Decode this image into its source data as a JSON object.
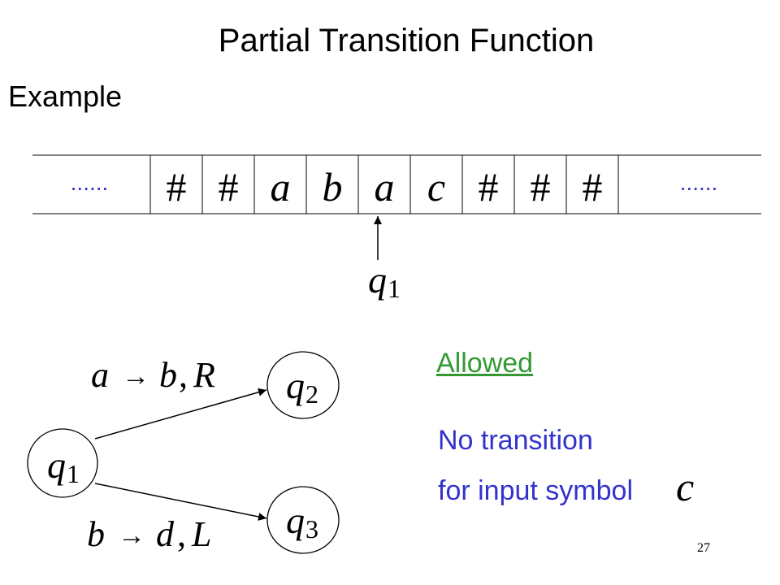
{
  "slide": {
    "title": "Partial Transition Function",
    "subtitle": "Example",
    "page_number": "27"
  },
  "tape": {
    "ellipsis_left": "......",
    "ellipsis_right": "......",
    "cells": [
      "#",
      "#",
      "a",
      "b",
      "a",
      "c",
      "#",
      "#",
      "#"
    ],
    "head_index": 4,
    "head_state": {
      "base": "q",
      "sub": "1"
    }
  },
  "graph": {
    "states": [
      {
        "id": "q1",
        "base": "q",
        "sub": "1"
      },
      {
        "id": "q2",
        "base": "q",
        "sub": "2"
      },
      {
        "id": "q3",
        "base": "q",
        "sub": "3"
      }
    ],
    "transitions": [
      {
        "from": "q1",
        "to": "q2",
        "read": "a",
        "write": "b",
        "move": "R"
      },
      {
        "from": "q1",
        "to": "q3",
        "read": "b",
        "write": "d",
        "move": "L"
      }
    ]
  },
  "annotations": {
    "allowed": "Allowed",
    "line1": "No transition",
    "line2": "for input symbol",
    "symbol": "c"
  }
}
